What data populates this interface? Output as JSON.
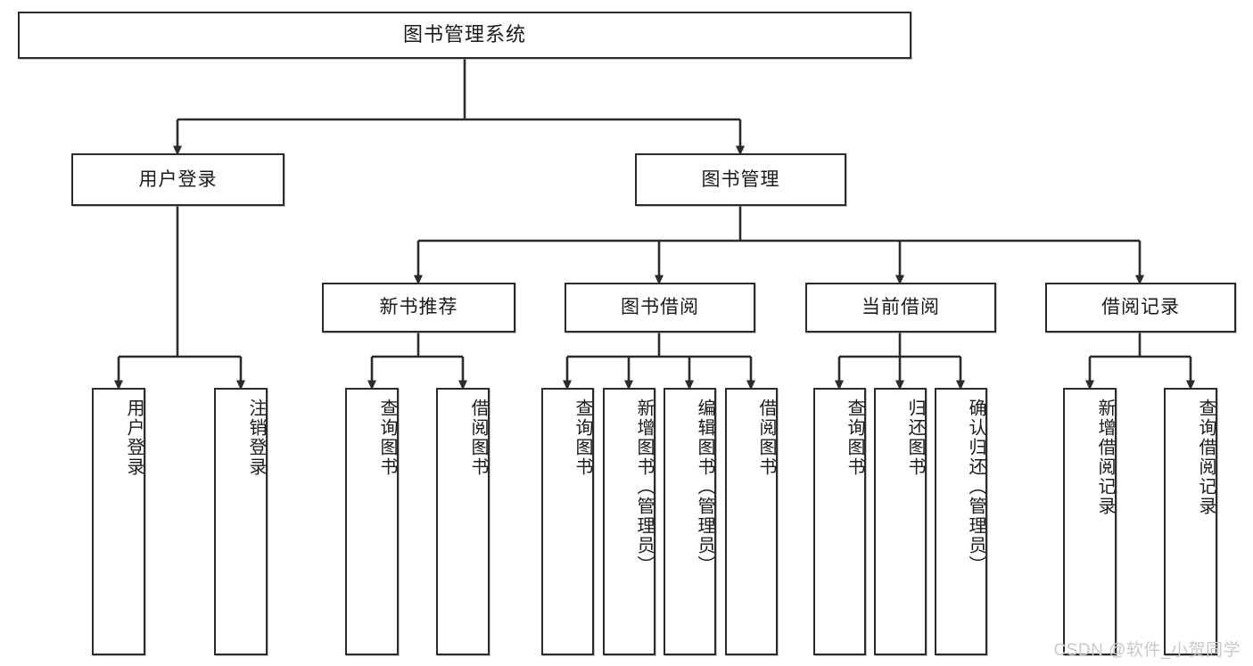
{
  "diagram": {
    "title": "图书管理系统",
    "type": "tree",
    "watermark": "CSDN @软件_小贺同学",
    "colors": {
      "stroke": "#2b2b2b",
      "fill": "#ffffff",
      "text": "#1a1a1a",
      "watermark": "#c9c9c9"
    },
    "levels": {
      "root": [
        "图书管理系统"
      ],
      "level2": [
        "用户登录",
        "图书管理"
      ],
      "level3": [
        "新书推荐",
        "图书借阅",
        "当前借阅",
        "借阅记录"
      ],
      "leaves": [
        "用户登录",
        "注销登录",
        "查询图书",
        "借阅图书",
        "查询图书",
        "新增图书（管理员）",
        "编辑图书（管理员）",
        "借阅图书",
        "查询图书",
        "归还图书",
        "确认归还（管理员）",
        "新增借阅记录",
        "查询借阅记录"
      ]
    },
    "nodes": {
      "root": {
        "label": "图书管理系统"
      },
      "user_login": {
        "label": "用户登录"
      },
      "book_manage": {
        "label": "图书管理"
      },
      "new_book_rec": {
        "label": "新书推荐"
      },
      "book_borrow": {
        "label": "图书借阅"
      },
      "current_borrow": {
        "label": "当前借阅"
      },
      "borrow_record": {
        "label": "借阅记录"
      },
      "leaf_user_login": {
        "label": "用户登录"
      },
      "leaf_logout": {
        "label": "注销登录"
      },
      "leaf_query_book_1": {
        "label": "查询图书"
      },
      "leaf_borrow_book_1": {
        "label": "借阅图书"
      },
      "leaf_query_book_2": {
        "label": "查询图书"
      },
      "leaf_add_book": {
        "label": "新增图书（管理员）"
      },
      "leaf_edit_book": {
        "label": "编辑图书（管理员）"
      },
      "leaf_borrow_book_2": {
        "label": "借阅图书"
      },
      "leaf_query_book_3": {
        "label": "查询图书"
      },
      "leaf_return_book": {
        "label": "归还图书"
      },
      "leaf_confirm_return": {
        "label": "确认归还（管理员）"
      },
      "leaf_add_record": {
        "label": "新增借阅记录"
      },
      "leaf_query_record": {
        "label": "查询借阅记录"
      }
    },
    "edges": [
      {
        "from": "root",
        "to": "user_login"
      },
      {
        "from": "root",
        "to": "book_manage"
      },
      {
        "from": "user_login",
        "to": "leaf_user_login"
      },
      {
        "from": "user_login",
        "to": "leaf_logout"
      },
      {
        "from": "book_manage",
        "to": "new_book_rec"
      },
      {
        "from": "book_manage",
        "to": "book_borrow"
      },
      {
        "from": "book_manage",
        "to": "current_borrow"
      },
      {
        "from": "book_manage",
        "to": "borrow_record"
      },
      {
        "from": "new_book_rec",
        "to": "leaf_query_book_1"
      },
      {
        "from": "new_book_rec",
        "to": "leaf_borrow_book_1"
      },
      {
        "from": "book_borrow",
        "to": "leaf_query_book_2"
      },
      {
        "from": "book_borrow",
        "to": "leaf_add_book"
      },
      {
        "from": "book_borrow",
        "to": "leaf_edit_book"
      },
      {
        "from": "book_borrow",
        "to": "leaf_borrow_book_2"
      },
      {
        "from": "current_borrow",
        "to": "leaf_query_book_3"
      },
      {
        "from": "current_borrow",
        "to": "leaf_return_book"
      },
      {
        "from": "current_borrow",
        "to": "leaf_confirm_return"
      },
      {
        "from": "borrow_record",
        "to": "leaf_add_record"
      },
      {
        "from": "borrow_record",
        "to": "leaf_query_record"
      }
    ]
  }
}
